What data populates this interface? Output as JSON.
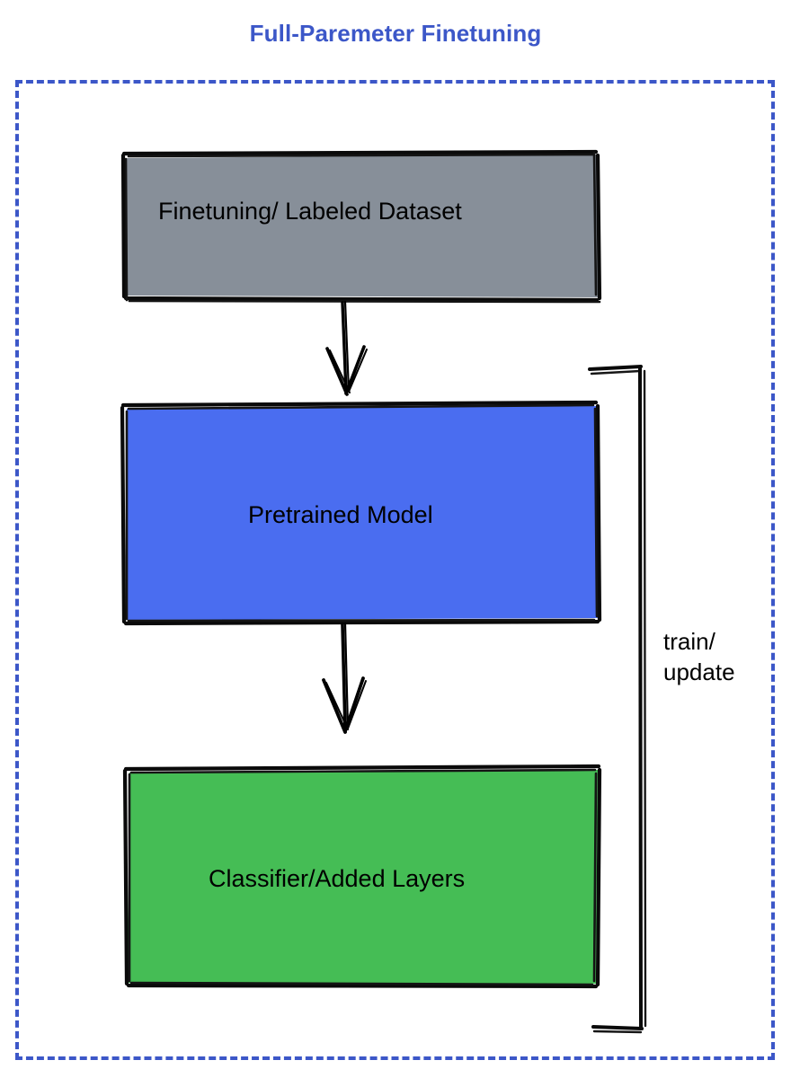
{
  "diagram": {
    "title": "Full-Paremeter Finetuning",
    "type": "flowchart",
    "style": "hand-drawn sketch",
    "colors": {
      "title": "#3c57c8",
      "frame_border": "#3c57c8",
      "dataset_fill": "#878f99",
      "pretrained_fill": "#4a6df0",
      "classifier_fill": "#45bd55",
      "stroke": "#000000",
      "background": "#ffffff",
      "text": "#000000"
    },
    "nodes": [
      {
        "id": "dataset",
        "label": "Finetuning/ Labeled Dataset",
        "fill": "#878f99",
        "shape": "rectangle"
      },
      {
        "id": "pretrained",
        "label": "Pretrained Model",
        "fill": "#4a6df0",
        "shape": "rectangle"
      },
      {
        "id": "classifier",
        "label": "Classifier/Added Layers",
        "fill": "#45bd55",
        "shape": "rectangle"
      }
    ],
    "edges": [
      {
        "id": "edge-dataset-pretrained",
        "from": "dataset",
        "to": "pretrained",
        "label": "",
        "arrow": "down"
      },
      {
        "id": "edge-pretrained-classifier",
        "from": "pretrained",
        "to": "classifier",
        "label": "",
        "arrow": "down"
      },
      {
        "id": "edge-feedback",
        "from": "classifier",
        "to": "pretrained",
        "label_line1": "train/",
        "label_line2": "update",
        "arrow": "bracket"
      }
    ],
    "edge_label_feedback": "train/\nupdate"
  }
}
